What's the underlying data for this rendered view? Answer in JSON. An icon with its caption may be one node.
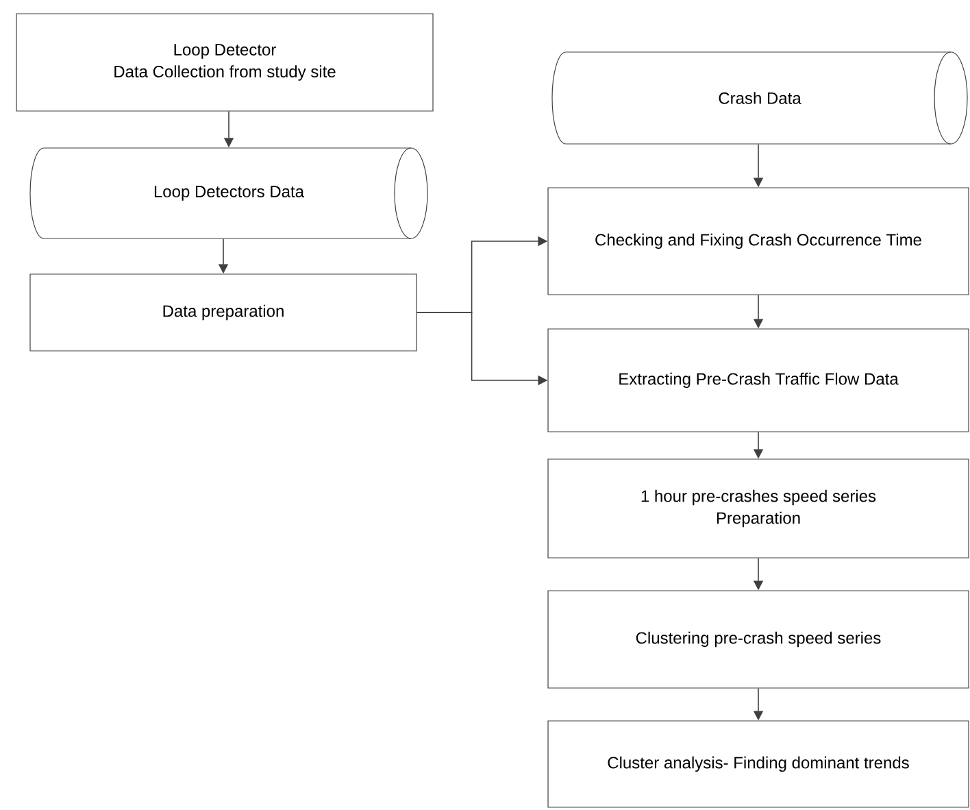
{
  "diagram": {
    "nodes": [
      {
        "text": [
          "Loop Detector",
          "Data Collection from study site"
        ]
      },
      {
        "text": [
          "Loop Detectors Data"
        ]
      },
      {
        "text": [
          "Data preparation"
        ]
      },
      {
        "text": [
          "Crash Data"
        ]
      },
      {
        "text": [
          "Checking and Fixing Crash Occurrence Time"
        ]
      },
      {
        "text": [
          "Extracting Pre-Crash Traffic Flow Data"
        ]
      },
      {
        "text": [
          "1 hour pre-crashes speed series",
          "Preparation"
        ]
      },
      {
        "text": [
          "Clustering pre-crash speed series"
        ]
      },
      {
        "text": [
          "Cluster analysis- Finding dominant trends"
        ]
      }
    ],
    "edges": [
      {
        "from": 0,
        "to": 1,
        "arrow": "to"
      },
      {
        "from": 1,
        "to": 2,
        "arrow": "to"
      },
      {
        "from": 2,
        "to": 4,
        "arrow": "to"
      },
      {
        "from": 2,
        "to": 5,
        "arrow": "to"
      },
      {
        "from": 3,
        "to": 4,
        "arrow": "to"
      },
      {
        "from": 4,
        "to": 5,
        "arrow": "to"
      },
      {
        "from": 5,
        "to": 6,
        "arrow": "to"
      },
      {
        "from": 6,
        "to": 7,
        "arrow": "to"
      },
      {
        "from": 7,
        "to": 8,
        "arrow": "to"
      }
    ]
  }
}
